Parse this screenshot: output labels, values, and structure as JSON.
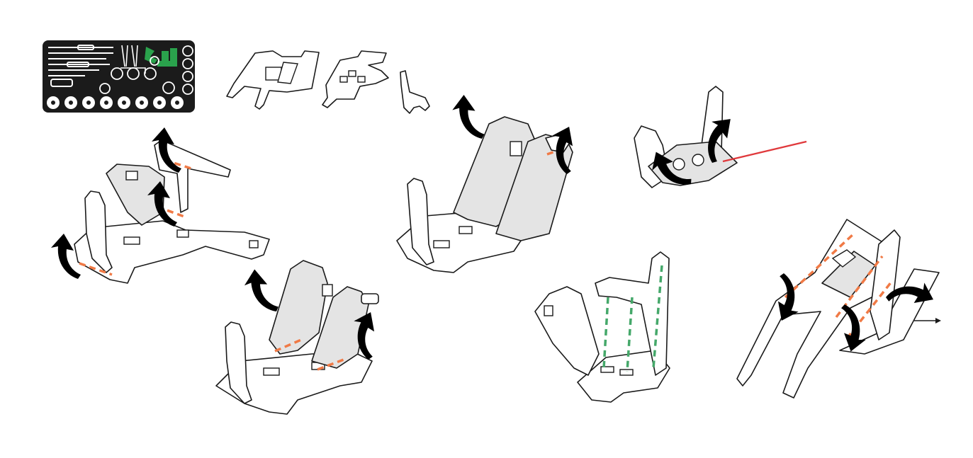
{
  "diagram": {
    "kind": "cardboard assembly instructions",
    "colors": {
      "outline": "#1a1a1a",
      "fold_line": "#f07a46",
      "fold_arrow": "#5aaa7f",
      "guide_line": "#45a86a",
      "pointer": "#e0393c",
      "sheet_bg": "#1b1b1b",
      "sheet_accent": "#2aa24c"
    },
    "icons": [
      "fold-arrow-icon",
      "next-arrow-icon",
      "pointer-line"
    ],
    "steps": 8,
    "labels": {
      "footer_left": "",
      "footer_right": ""
    }
  }
}
